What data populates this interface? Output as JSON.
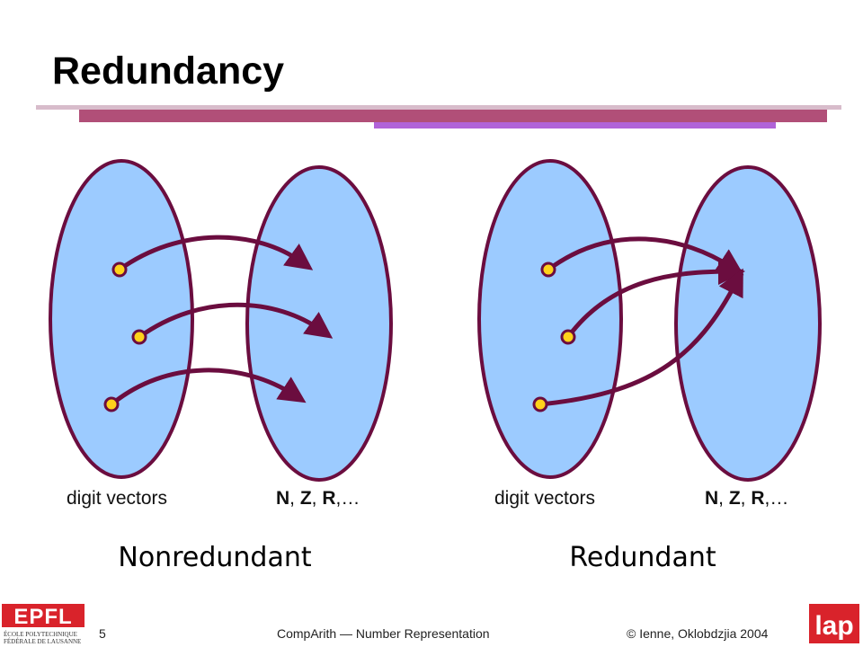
{
  "slide": {
    "title": "Redundancy",
    "page_number": "5",
    "course": "CompArith — Number Representation",
    "copyright": "© Ienne, Oklobdzjia 2004"
  },
  "diagrams": [
    {
      "caption": "Nonredundant",
      "left_set_label": "digit vectors",
      "right_set_label": {
        "N": "N",
        "sep1": ", ",
        "Z": "Z",
        "sep2": ", ",
        "R": "R",
        "tail": ",…"
      }
    },
    {
      "caption": "Redundant",
      "left_set_label": "digit vectors",
      "right_set_label": {
        "N": "N",
        "sep1": ", ",
        "Z": "Z",
        "sep2": ", ",
        "R": "R",
        "tail": ",…"
      }
    }
  ],
  "logos": {
    "left": "EPFL",
    "left_sub1": "ÉCOLE POLYTECHNIQUE",
    "left_sub2": "FÉDÉRALE DE LAUSANNE",
    "right": "lap"
  },
  "colors": {
    "ellipse_fill": "#9ccbff",
    "ellipse_stroke": "#6b0d3f",
    "arrow": "#6b0d3f",
    "dot_fill": "#ffd21a",
    "header_bar": "#b14f78",
    "header_accent": "#b163d8",
    "logo_red": "#d9232b"
  }
}
